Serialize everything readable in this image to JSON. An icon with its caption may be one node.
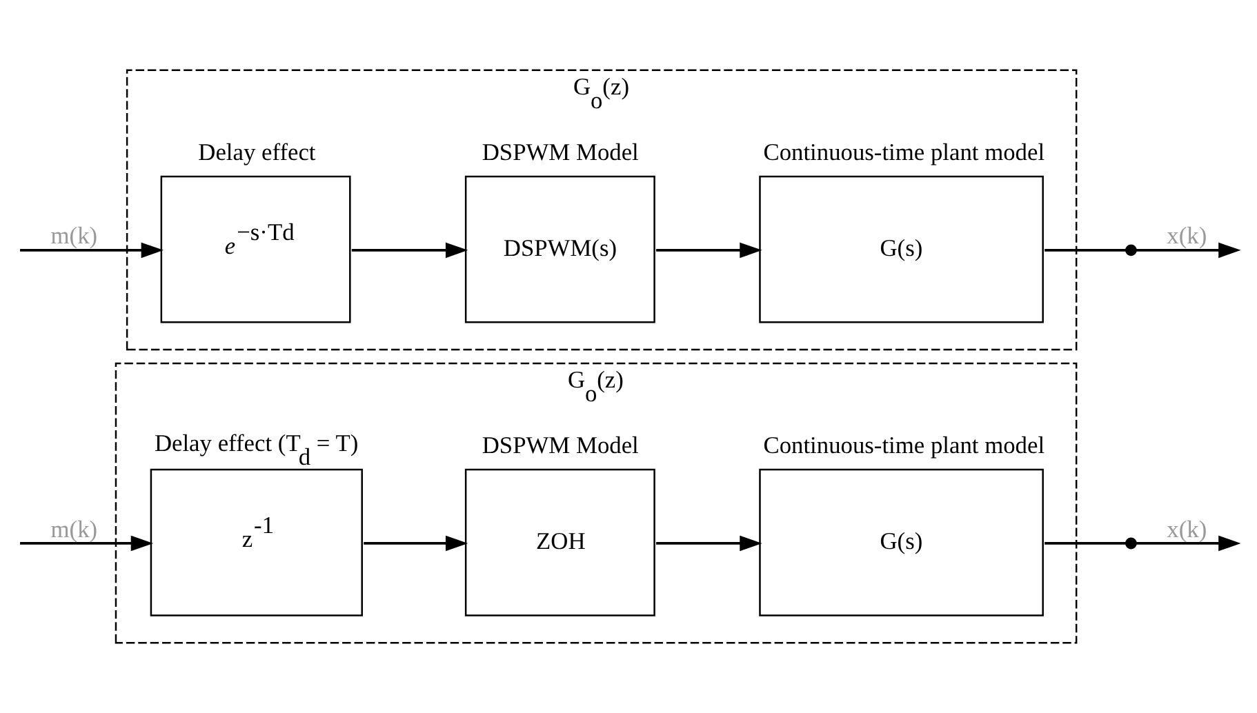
{
  "diagram": {
    "nodes": [
      {
        "text": [
          "G$_{o}$(z)"
        ]
      },
      {
        "text": [
          "Delay effect",
          "*e*$^{−s·Td}$"
        ],
        "in": 0
      },
      {
        "text": [
          "DSPWM Model",
          "DSPWM(s)"
        ],
        "in": 0
      },
      {
        "text": [
          "Continuous-time plant model",
          "G(s)"
        ],
        "in": 0
      },
      {
        "text": [],
        "shape": "switch"
      },
      {
        "text": [
          "G$_{o}$(z)"
        ]
      },
      {
        "text": [
          "Delay effect (T$_{d}$ = T)",
          "z$^{-1}$"
        ],
        "in": 5
      },
      {
        "text": [
          "DSPWM Model",
          "ZOH"
        ],
        "in": 5
      },
      {
        "text": [
          "Continuous-time plant model",
          "G(s)"
        ],
        "in": 5
      },
      {
        "text": [],
        "shape": "switch"
      }
    ],
    "edges": [
      {
        "from": null,
        "to": 1,
        "arrow": "to",
        "label": "m(k)"
      },
      {
        "from": 1,
        "to": 2,
        "arrow": "to"
      },
      {
        "from": 2,
        "to": 3,
        "arrow": "to"
      },
      {
        "from": 3,
        "to": 4,
        "arrow": "none"
      },
      {
        "from": 4,
        "to": null,
        "arrow": "to",
        "label": "x(k)"
      },
      {
        "from": null,
        "to": 6,
        "arrow": "to",
        "label": "m(k)"
      },
      {
        "from": 6,
        "to": 7,
        "arrow": "to"
      },
      {
        "from": 7,
        "to": 8,
        "arrow": "to"
      },
      {
        "from": 8,
        "to": 9,
        "arrow": "none"
      },
      {
        "from": 9,
        "to": null,
        "arrow": "to",
        "label": "x(k)"
      }
    ]
  }
}
